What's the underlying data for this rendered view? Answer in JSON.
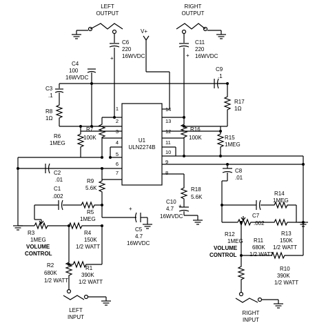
{
  "ports": {
    "left_output": [
      "LEFT",
      "OUTPUT"
    ],
    "right_output": [
      "RIGHT",
      "OUTPUT"
    ],
    "left_input": [
      "LEFT",
      "INPUT"
    ],
    "right_input": [
      "RIGHT",
      "INPUT"
    ],
    "vplus": "V+"
  },
  "ic": {
    "ref": "U1",
    "part": "ULN2274B",
    "left_pins": [
      "1",
      "2",
      "3",
      "4",
      "5",
      "6",
      "7"
    ],
    "right_pins": [
      "14",
      "13",
      "12",
      "11",
      "10",
      "9",
      "8"
    ]
  },
  "components": {
    "C6": [
      "C6",
      "220",
      "16WVDC"
    ],
    "C11": [
      "C11",
      "220",
      "16WVDC"
    ],
    "C4": [
      "C4",
      "100",
      "16WVDC"
    ],
    "C9": [
      "C9",
      ".1"
    ],
    "C3": [
      "C3",
      ".1"
    ],
    "R8": [
      "R8",
      "1Ω"
    ],
    "R17": [
      "R17",
      "1Ω"
    ],
    "R6": [
      "R6",
      "1MEG"
    ],
    "R7": [
      "R7",
      "100K"
    ],
    "R16": [
      "R16",
      "100K"
    ],
    "R15": [
      "R15",
      "1MEG"
    ],
    "C2": [
      "C2",
      ".01"
    ],
    "C8": [
      "C8",
      ".01"
    ],
    "R9": [
      "R9",
      "5.6K"
    ],
    "R18": [
      "R18",
      "5.6K"
    ],
    "C1": [
      "C1",
      ".002"
    ],
    "R5": [
      "R5",
      "1MEG"
    ],
    "C5": [
      "C5",
      "4.7",
      "16WVDC"
    ],
    "C10": [
      "C10",
      "4.7",
      "16WVDC"
    ],
    "R14": [
      "R14",
      "1MEG"
    ],
    "C7": [
      "C7",
      ".002"
    ],
    "R3": [
      "R3",
      "1MEG",
      "VOLUME",
      "CONTROL"
    ],
    "R4": [
      "R4",
      "150K",
      "1/2 WATT"
    ],
    "R12": [
      "R12",
      "1MEG",
      "VOLUME",
      "CONTROL"
    ],
    "R13": [
      "R13",
      "150K",
      "1/2 WATT"
    ],
    "R11": [
      "R11",
      "680K",
      "1/2 WATT"
    ],
    "R2": [
      "R2",
      "680K",
      "1/2 WATT"
    ],
    "R1": [
      "R1",
      "390K",
      "1/2 WATT"
    ],
    "R10": [
      "R10",
      "390K",
      "1/2 WATT"
    ]
  }
}
